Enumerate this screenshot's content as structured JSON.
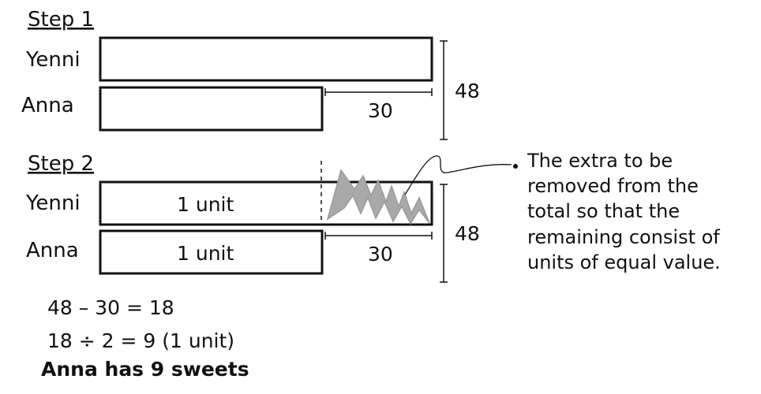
{
  "step1": {
    "heading": "Step 1",
    "yenni_label": "Yenni",
    "anna_label": "Anna",
    "extra_value": "30",
    "total_value": "48"
  },
  "step2": {
    "heading": "Step 2",
    "yenni_label": "Yenni",
    "anna_label": "Anna",
    "yenni_unit": "1 unit",
    "anna_unit": "1 unit",
    "extra_value": "30",
    "total_value": "48"
  },
  "annotation": {
    "lines": [
      "The extra to be",
      "removed from the",
      "total so that the",
      "remaining consist of",
      "units of equal value."
    ]
  },
  "working": {
    "line1": "48 – 30 = 18",
    "line2": "18 ÷ 2 = 9 (1 unit)",
    "answer": "Anna has 9 sweets"
  }
}
